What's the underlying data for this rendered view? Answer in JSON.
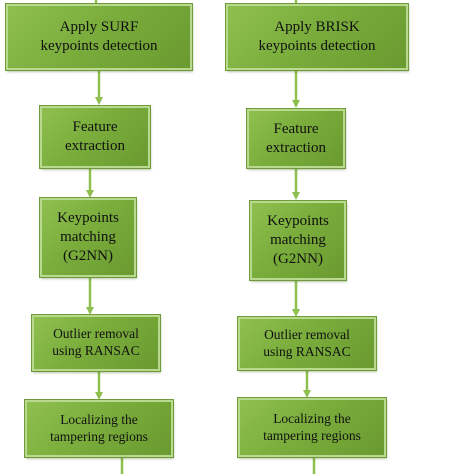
{
  "colors": {
    "box_fill": "#7aad3c",
    "box_border": "#b9d98f",
    "arrow": "#8fc04f"
  },
  "left_column": {
    "step1": "Apply SURF\nkeypoints detection",
    "step2": "Feature\nextraction",
    "step3": "Keypoints\nmatching\n(G2NN)",
    "step4": "Outlier   removal\nusing RANSAC",
    "step5": "Localizing the\ntampering regions"
  },
  "right_column": {
    "step1": "Apply BRISK\nkeypoints detection",
    "step2": "Feature\nextraction",
    "step3": "Keypoints\nmatching\n(G2NN)",
    "step4": "Outlier   removal\nusing RANSAC",
    "step5": "Localizing the\ntampering regions"
  }
}
